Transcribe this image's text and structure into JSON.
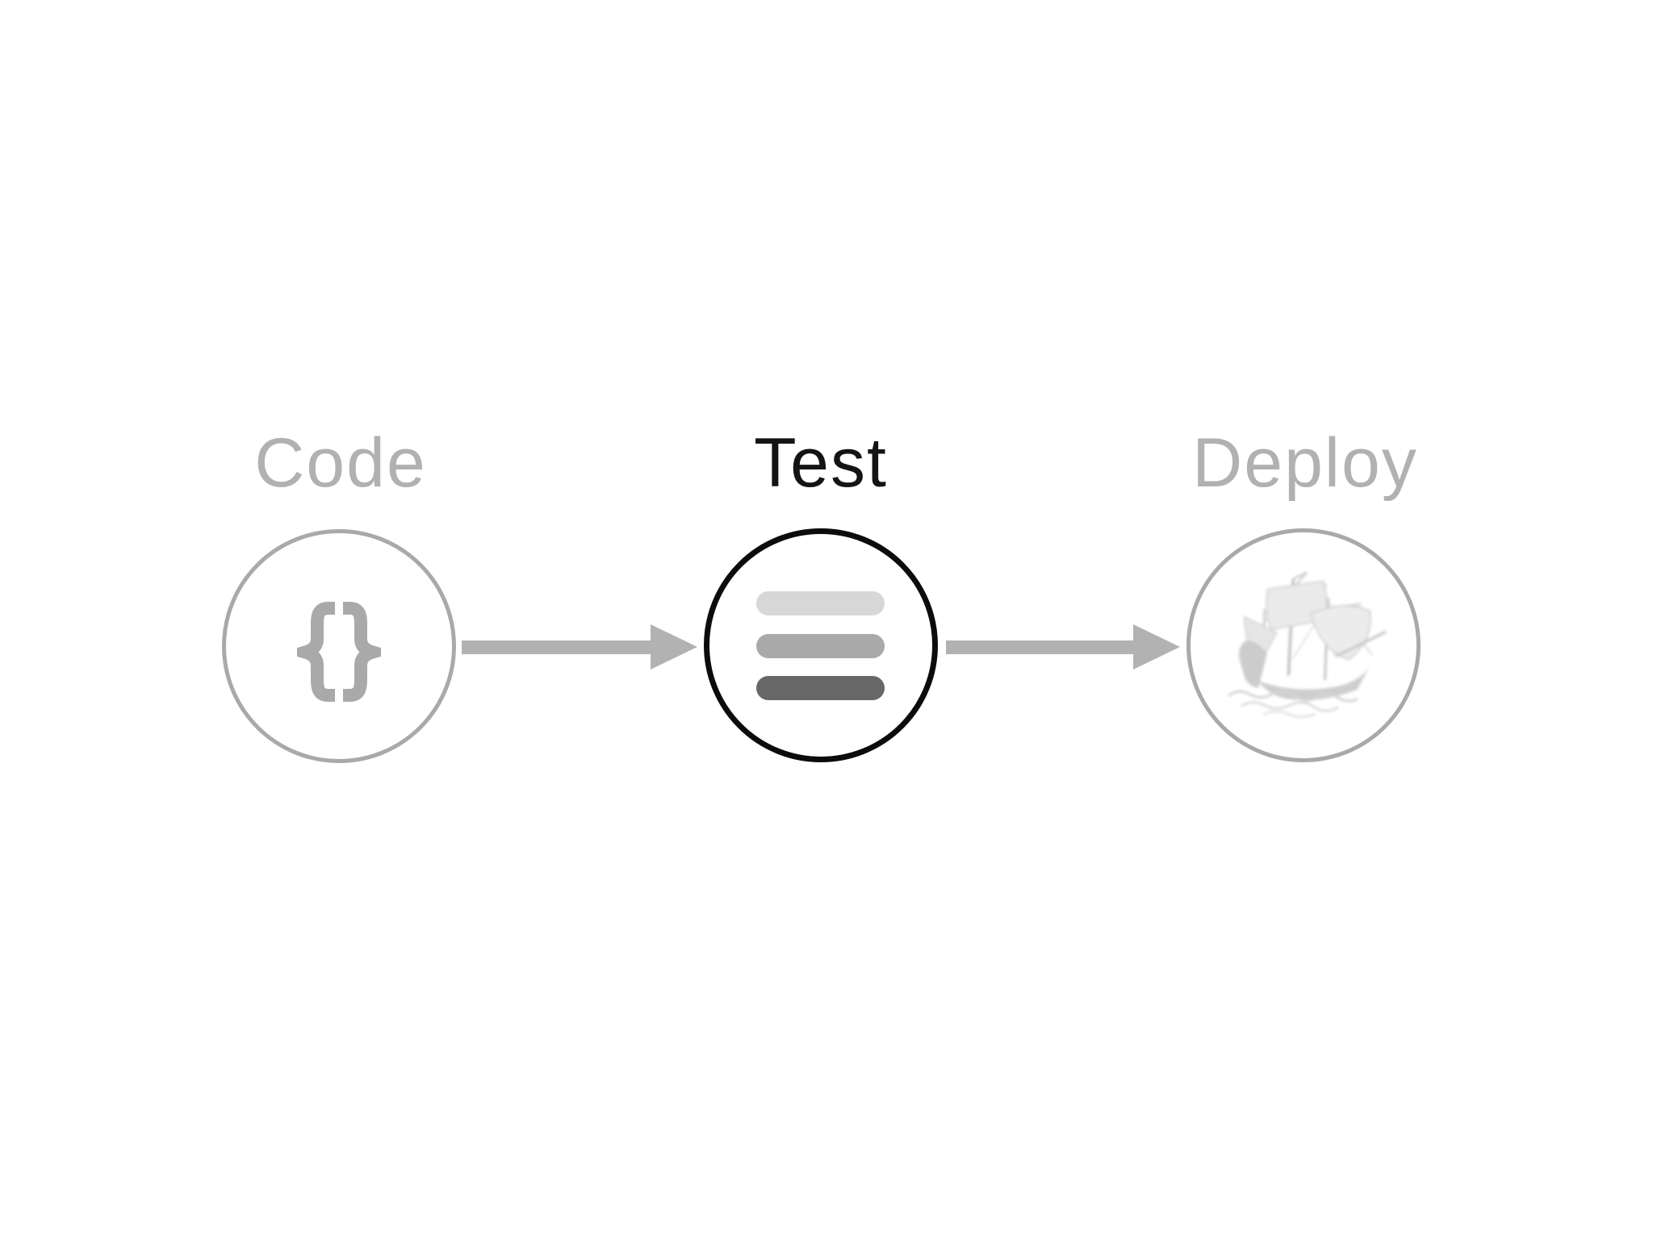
{
  "diagram": {
    "type": "pipeline-flow",
    "steps": [
      {
        "label": "Code",
        "state": "inactive",
        "icon": "curly-braces-icon"
      },
      {
        "label": "Test",
        "state": "active",
        "icon": "test-bars-icon"
      },
      {
        "label": "Deploy",
        "state": "inactive",
        "icon": "sailing-ship-icon"
      }
    ],
    "connectors": [
      {
        "from": "Code",
        "to": "Test",
        "style": "arrow-right"
      },
      {
        "from": "Test",
        "to": "Deploy",
        "style": "arrow-right"
      }
    ],
    "colors": {
      "background": "#ffffff",
      "inactive_label": "#b1b1b1",
      "active_label": "#141414",
      "inactive_circle_stroke": "#a9a9a9",
      "active_circle_stroke": "#0c0c0c",
      "arrow": "#b2b2b2",
      "braces": "#a9a9a9",
      "test_bars": [
        "#d7d7d7",
        "#a9a9a9",
        "#676767"
      ],
      "ship": "#d0d0d0"
    }
  }
}
